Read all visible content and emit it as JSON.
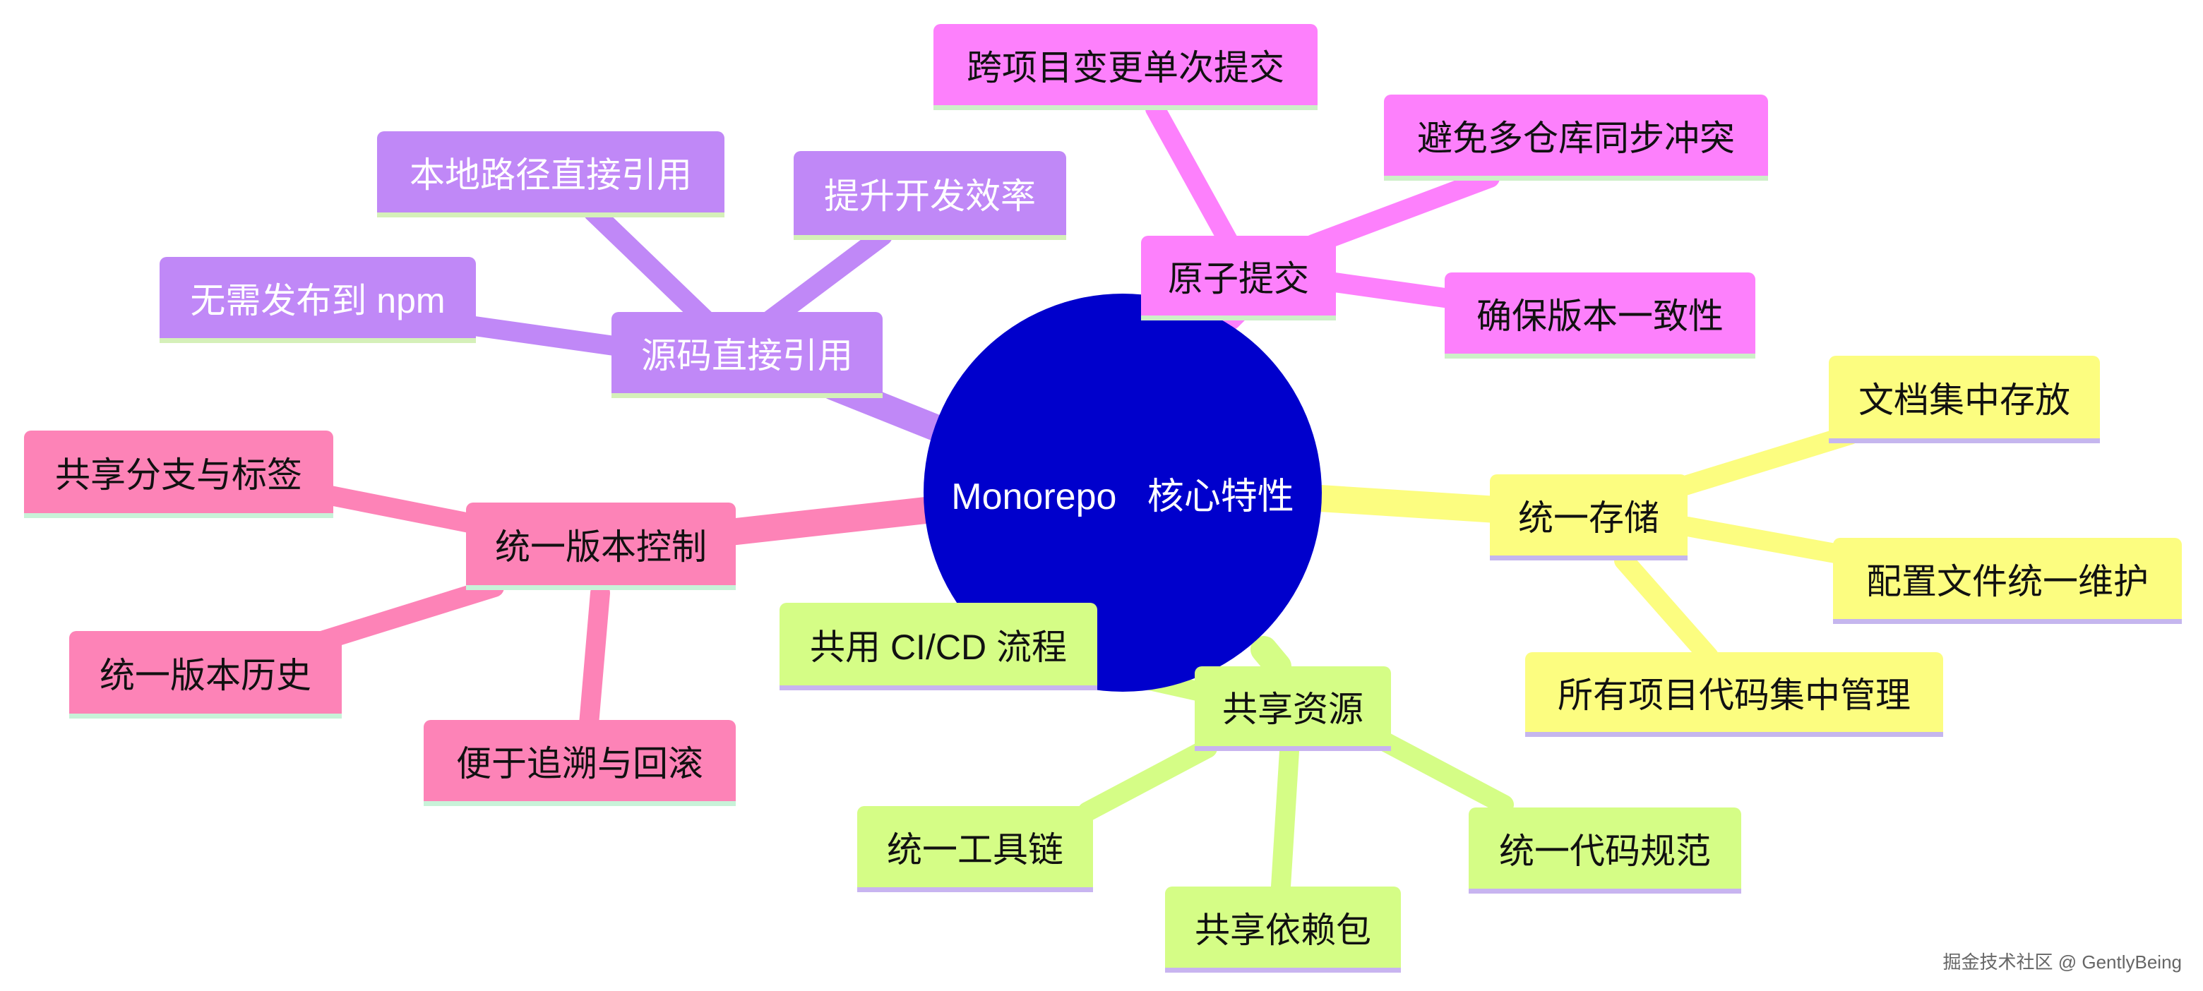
{
  "diagram": {
    "root": "Monorepo   核心特性",
    "branches": [
      {
        "id": "source",
        "label": "源码直接引用",
        "color": "#c088f7",
        "children": [
          "本地路径直接引用",
          "提升开发效率",
          "无需发布到 npm"
        ]
      },
      {
        "id": "atomic",
        "label": "原子提交",
        "color": "#fd80fc",
        "children": [
          "跨项目变更单次提交",
          "避免多仓库同步冲突",
          "确保版本一致性"
        ]
      },
      {
        "id": "version",
        "label": "统一版本控制",
        "color": "#fd83b7",
        "children": [
          "共享分支与标签",
          "统一版本历史",
          "便于追溯与回滚"
        ]
      },
      {
        "id": "storage",
        "label": "统一存储",
        "color": "#fcfd80",
        "children": [
          "文档集中存放",
          "配置文件统一维护",
          "所有项目代码集中管理"
        ]
      },
      {
        "id": "shared",
        "label": "共享资源",
        "color": "#d5fd86",
        "children": [
          "共用 CI/CD 流程",
          "统一工具链",
          "共享依赖包",
          "统一代码规范"
        ]
      }
    ]
  },
  "watermark": "掘金技术社区 @ GentlyBeing"
}
